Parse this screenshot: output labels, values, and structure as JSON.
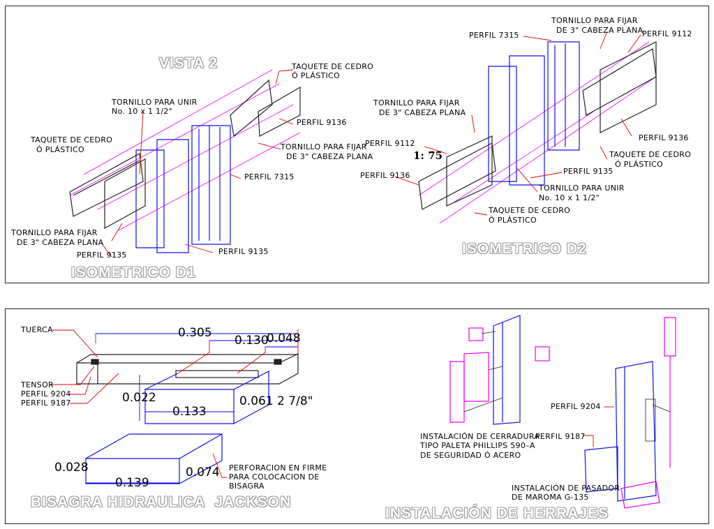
{
  "top_panel": {
    "vista_title": "VISTA 2",
    "iso_d1_title": "ISOMETRICO D1",
    "iso_d2_title": "ISOMETRICO D2",
    "scale": "1: 75",
    "d1_labels": {
      "taquete_top_1": "TAQUETE DE CEDRO",
      "taquete_top_2": "Ó PLÁSTICO",
      "tornillo_unir_1": "TORNILLO PARA UNIR",
      "tornillo_unir_2": "No. 10 x 1 1/2\"",
      "perfil_9136": "PERFIL 9136",
      "taquete_left_1": "TAQUETE DE CEDRO",
      "taquete_left_2": "Ó PLÁSTICO",
      "tornillo_fijar_right_1": "TORNILLO PARA FIJAR",
      "tornillo_fijar_right_2": "DE 3\" CABEZA PLANA",
      "perfil_7315": "PERFIL 7315",
      "tornillo_fijar_left_1": "TORNILLO PARA FIJAR",
      "tornillo_fijar_left_2": "DE 3\" CABEZA PLANA",
      "perfil_9135_left": "PERFIL 9135",
      "perfil_9135_bottom": "PERFIL 9135"
    },
    "d2_labels": {
      "tornillo_fijar_top_1": "TORNILLO PARA FIJAR",
      "tornillo_fijar_top_2": "DE 3\" CABEZA PLANA",
      "perfil_7315": "PERFIL 7315",
      "perfil_9112_right": "PERFIL 9112",
      "tornillo_fijar_left_1": "TORNILLO PARA FIJAR",
      "tornillo_fijar_left_2": "DE 3\" CABEZA PLANA",
      "perfil_9112_left": "PERFIL 9112",
      "perfil_9136_right": "PERFIL 9136",
      "taquete_right_1": "TAQUETE DE CEDRO",
      "taquete_right_2": "Ó PLÁSTICO",
      "perfil_9135": "PERFIL 9135",
      "perfil_9136_left": "PERFIL 9136",
      "tornillo_unir_1": "TORNILLO PARA UNIR",
      "tornillo_unir_2": "No. 10 x 1 1/2\"",
      "taquete_bottom_1": "TAQUETE DE CEDRO",
      "taquete_bottom_2": "Ó PLÁSTICO"
    }
  },
  "bisagra_panel": {
    "title": "BISAGRA HIDRAULICA  JACKSON",
    "tuerca": "TUERCA",
    "tensor": "TENSOR",
    "perfil_9204": "PERFIL 9204",
    "perfil_9187": "PERFIL 9187",
    "dims": {
      "d0305": "0.305",
      "d0130": "0.130",
      "d0048": "0.048",
      "d0022": "0.022",
      "d0133": "0.133",
      "d0061": "0.061  2 7/8\"",
      "d0028": "0.028",
      "d0139": "0.139",
      "d0074": "0.074"
    },
    "perforacion_1": "PERFORACION EN FIRME",
    "perforacion_2": "PARA COLOCACION DE",
    "perforacion_3": "BISAGRA"
  },
  "herrajes_panel": {
    "title": "INSTALACIÓN DE HERRAJES",
    "cerradura_1": "INSTALACIÓN DE CERRADURA",
    "cerradura_2": "TIPO PALETA PHILLIPS 590–A",
    "cerradura_3": "DE SEGURIDAD Ó ACERO",
    "perfil_9187": "PERFIL 9187",
    "perfil_9204": "PERFIL 9204",
    "pasador_1": "INSTALACIÓN DE PASADOR",
    "pasador_2": "DE MAROMA G-135"
  },
  "colors": {
    "profile": "#1010ee",
    "leader": "#e00000",
    "hardware": "#ee00ee",
    "dimension": "#0000ff"
  }
}
